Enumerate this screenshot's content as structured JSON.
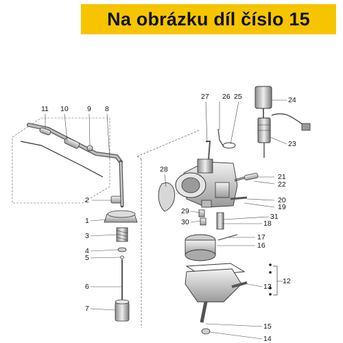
{
  "banner": {
    "text": "Na obrázku díl číslo 15",
    "color": "#f6c500"
  },
  "diagram": {
    "callouts": [
      "1",
      "2",
      "3",
      "4",
      "5",
      "6",
      "7",
      "8",
      "9",
      "10",
      "11",
      "12",
      "13",
      "14",
      "15",
      "16",
      "17",
      "18",
      "19",
      "20",
      "21",
      "22",
      "23",
      "24",
      "25",
      "26",
      "27",
      "28",
      "29",
      "30",
      "31"
    ]
  }
}
